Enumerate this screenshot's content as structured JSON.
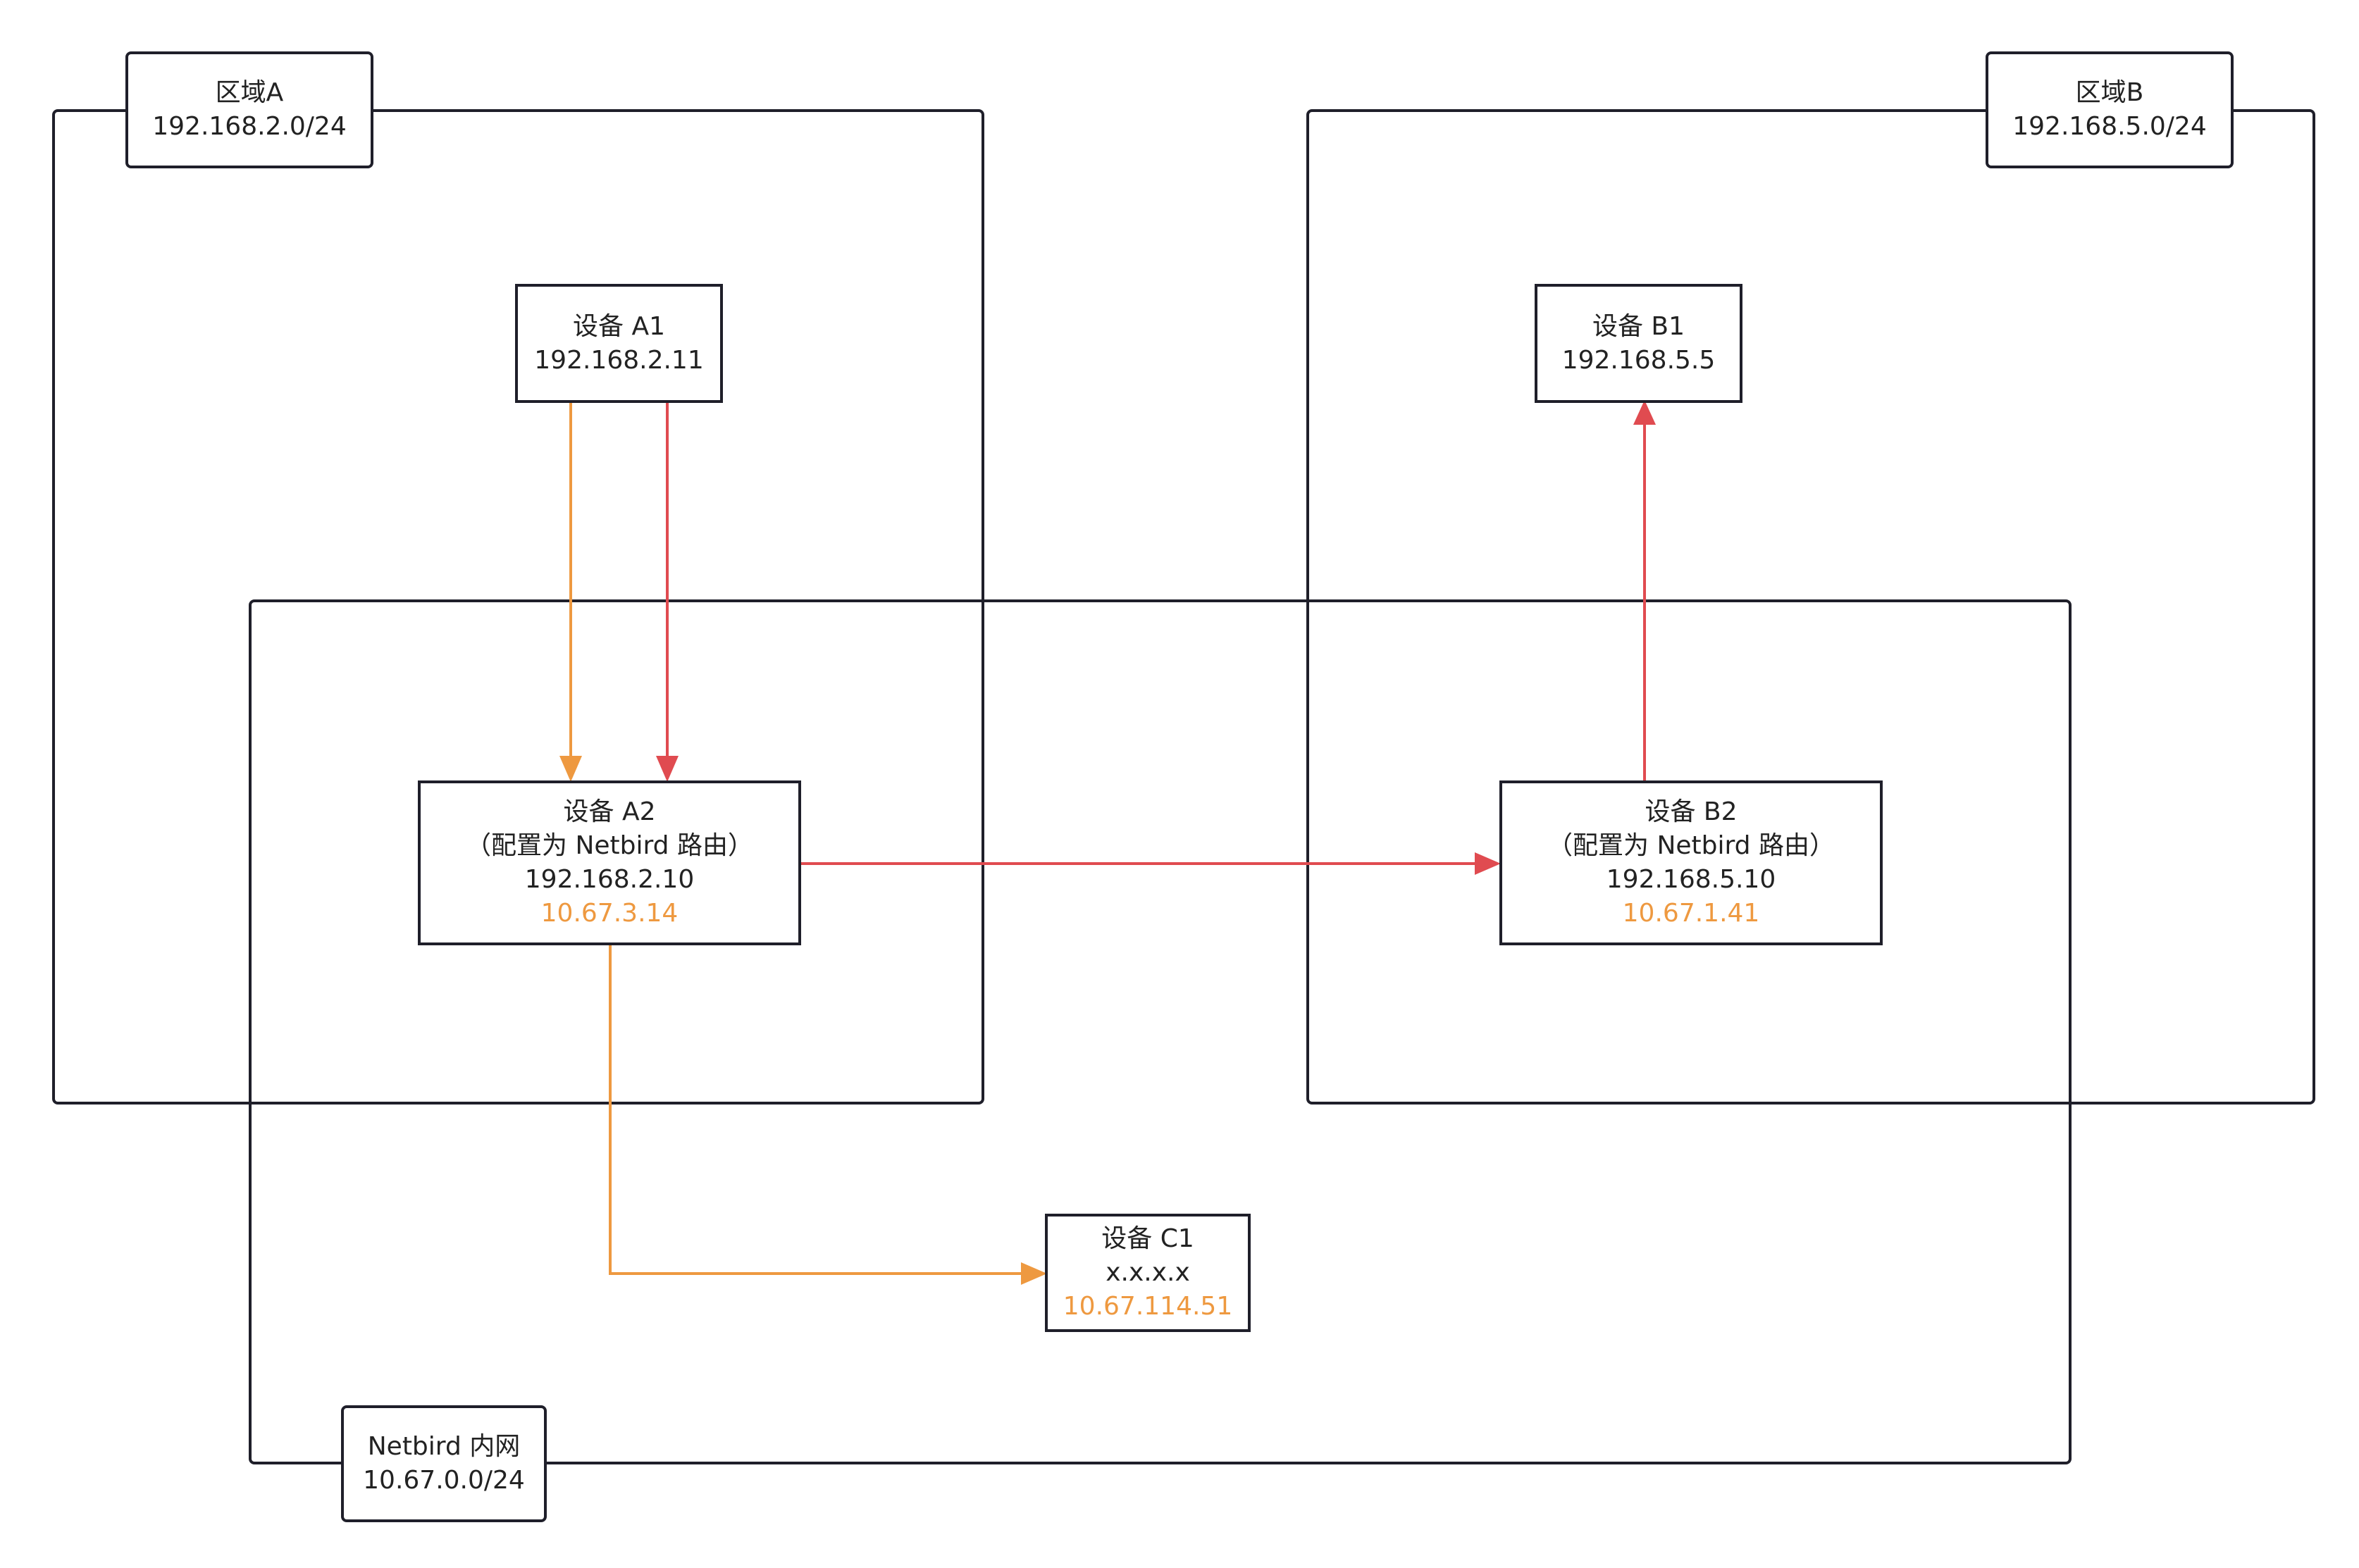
{
  "regions": {
    "zone_a": {
      "name": "区域A",
      "subnet": "192.168.2.0/24"
    },
    "zone_b": {
      "name": "区域B",
      "subnet": "192.168.5.0/24"
    },
    "netbird": {
      "name": "Netbird 内网",
      "subnet": "10.67.0.0/24"
    }
  },
  "devices": {
    "a1": {
      "name": "设备 A1",
      "lan_ip": "192.168.2.11"
    },
    "a2": {
      "name": "设备 A2",
      "role": "（配置为 Netbird 路由）",
      "lan_ip": "192.168.2.10",
      "netbird_ip": "10.67.3.14"
    },
    "b1": {
      "name": "设备 B1",
      "lan_ip": "192.168.5.5"
    },
    "b2": {
      "name": "设备 B2",
      "role": "（配置为 Netbird 路由）",
      "lan_ip": "192.168.5.10",
      "netbird_ip": "10.67.1.41"
    },
    "c1": {
      "name": "设备 C1",
      "lan_ip": "x.x.x.x",
      "netbird_ip": "10.67.114.51"
    }
  },
  "colors": {
    "border": "#1f1f2a",
    "netbird_path": "#ee9940",
    "routed_path": "#e04b50"
  }
}
